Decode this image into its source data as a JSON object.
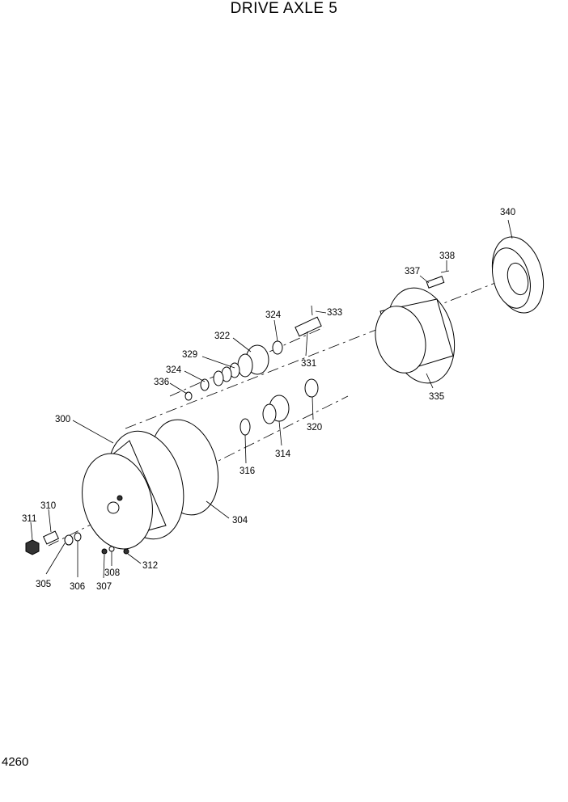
{
  "title": "DRIVE AXLE 5",
  "page_number": "4260",
  "parts": [
    "300",
    "304",
    "305",
    "306",
    "307",
    "308",
    "310",
    "311",
    "312",
    "314",
    "316",
    "320",
    "322",
    "324",
    "324",
    "329",
    "331",
    "333",
    "335",
    "336",
    "337",
    "338",
    "340"
  ]
}
